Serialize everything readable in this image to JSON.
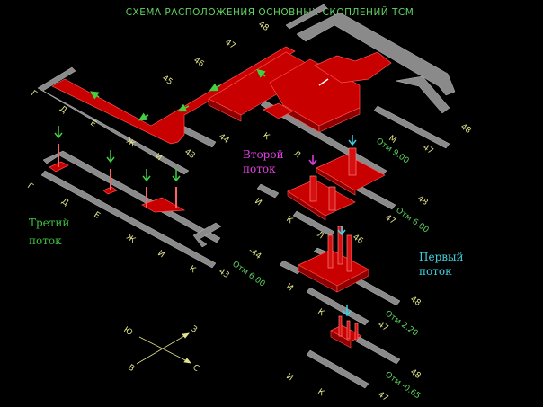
{
  "title": "СХЕМА РАСПОЛОЖЕНИЯ ОСНОВНЫХ СКОПЛЕНИЙ ТСМ",
  "colors": {
    "structure": "#c80000",
    "walls": "#8a8a8a",
    "axis_labels": "#e3e38c",
    "elevation": "#5fd35f",
    "first_flow": "#40d0e0",
    "second_flow": "#e040e0",
    "third_flow": "#40c040"
  },
  "flows": {
    "first": [
      "Первый",
      "поток"
    ],
    "second": [
      "Второй",
      "поток"
    ],
    "third": [
      "Третий",
      "поток"
    ]
  },
  "levels": {
    "top": {
      "axes": [
        "48",
        "47",
        "46",
        "45",
        "Г",
        "Д",
        "Е",
        "Ж",
        "И",
        "43",
        "44",
        "К",
        "Л",
        "М",
        "47",
        "48"
      ],
      "elevation": "Отм 9.00"
    },
    "level_600_left": {
      "axes": [
        "Г",
        "Д",
        "Е",
        "Ж",
        "И",
        "К",
        "43",
        "-44"
      ],
      "elevation": "Отм 6.00"
    },
    "level_600_mid": {
      "axes": [
        "И",
        "К",
        "48",
        "47"
      ],
      "elevation": "Отм 6.00"
    },
    "level_220": {
      "axes": [
        "Л",
        "46",
        "И",
        "К",
        "48",
        "47"
      ],
      "elevation": "Отм 2.20"
    },
    "level_minus065": {
      "axes": [
        "И",
        "К",
        "48",
        "47"
      ],
      "elevation": "Отм -0.65"
    }
  },
  "compass": {
    "sw": "Ю",
    "ne": "З",
    "se": "С",
    "nw": "В"
  }
}
